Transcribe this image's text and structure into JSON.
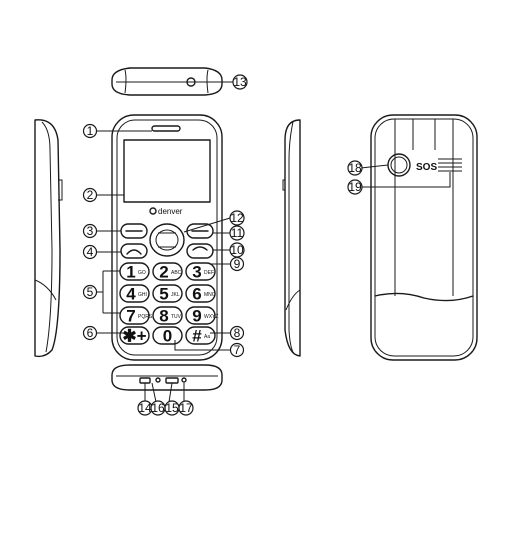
{
  "brand": "denver",
  "sos_label": "SOS",
  "keys": [
    {
      "digit": "1",
      "letters": "GO"
    },
    {
      "digit": "2",
      "letters": "ABC"
    },
    {
      "digit": "3",
      "letters": "DEF"
    },
    {
      "digit": "4",
      "letters": "GHI"
    },
    {
      "digit": "5",
      "letters": "JKL"
    },
    {
      "digit": "6",
      "letters": "MNO"
    },
    {
      "digit": "7",
      "letters": "PQRS"
    },
    {
      "digit": "8",
      "letters": "TUV"
    },
    {
      "digit": "9",
      "letters": "WXYZ"
    },
    {
      "digit": "✱+",
      "letters": ""
    },
    {
      "digit": "0",
      "letters": ""
    },
    {
      "digit": "#",
      "letters": "Aa"
    }
  ],
  "callouts": [
    "1",
    "2",
    "3",
    "4",
    "5",
    "6",
    "7",
    "8",
    "9",
    "10",
    "11",
    "12",
    "13",
    "14",
    "15",
    "16",
    "17",
    "18",
    "19"
  ]
}
